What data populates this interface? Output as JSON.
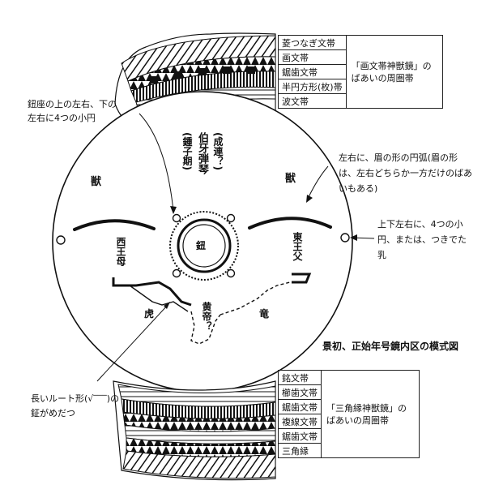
{
  "top_bands": {
    "items": [
      "菱つなぎ文帯",
      "画文帯",
      "鋸歯文帯",
      "半円方形(枚)帯",
      "波文帯"
    ],
    "group_label": "「画文帯神獣鏡」のばあいの周圏帯"
  },
  "bottom_bands": {
    "items": [
      "銘文帯",
      "櫛歯文帯",
      "鋸歯文帯",
      "複線文帯",
      "鋸歯文帯",
      "三角縁"
    ],
    "group_label": "「三角縁神獣鏡」のばあいの周圏帯"
  },
  "caption": "景初、正始年号鏡内区の模式図",
  "mirror_labels": {
    "knob": "鈕",
    "beast_left": "獣",
    "beast_right": "獣",
    "xiwangmu": "西王母",
    "dongwanggong": "東王父",
    "tiger": "虎",
    "dragon": "竜",
    "huangdi": "黄帝？",
    "boya": "伯牙弾琴",
    "chenglian": "(成連？)",
    "zhongziqi": "(鍾子期)"
  },
  "annotations": {
    "knob_circles": "鈕座の上の左右、下の左右に4つの小円",
    "brow_arcs": "左右に、眉の形の円弧(眉の形は、左右どちらか一方だけのばあいもある)",
    "side_circles": "上下左右に、4つの小円、または、つきでた乳",
    "root_shape": "長いルート形(√‾‾‾)の鉦がめだつ"
  }
}
